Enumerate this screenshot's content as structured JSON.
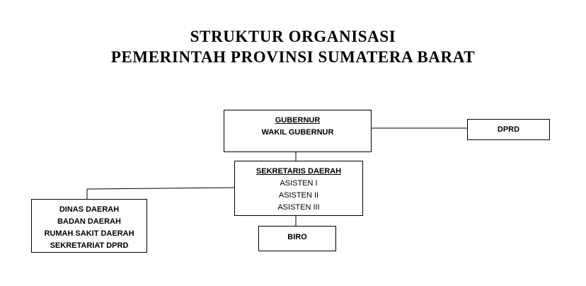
{
  "title": {
    "line1": "STRUKTUR ORGANISASI",
    "line2": "PEMERINTAH PROVINSI SUMATERA BARAT"
  },
  "nodes": {
    "gubernur": {
      "head": "GUBERNUR",
      "lines": [
        "WAKIL GUBERNUR"
      ]
    },
    "dprd": {
      "head": "DPRD"
    },
    "sekda": {
      "head": "SEKRETARIS DAERAH",
      "lines": [
        "ASISTEN I",
        "ASISTEN II",
        "ASISTEN III"
      ]
    },
    "dinas": {
      "lines": [
        "DINAS DAERAH",
        "BADAN DAERAH",
        "RUMAH SAKIT DAERAH",
        "SEKRETARIAT DPRD"
      ]
    },
    "biro": {
      "head": "BIRO"
    }
  },
  "colors": {
    "line": "#000000",
    "border": "#000000",
    "background": "#ffffff"
  }
}
